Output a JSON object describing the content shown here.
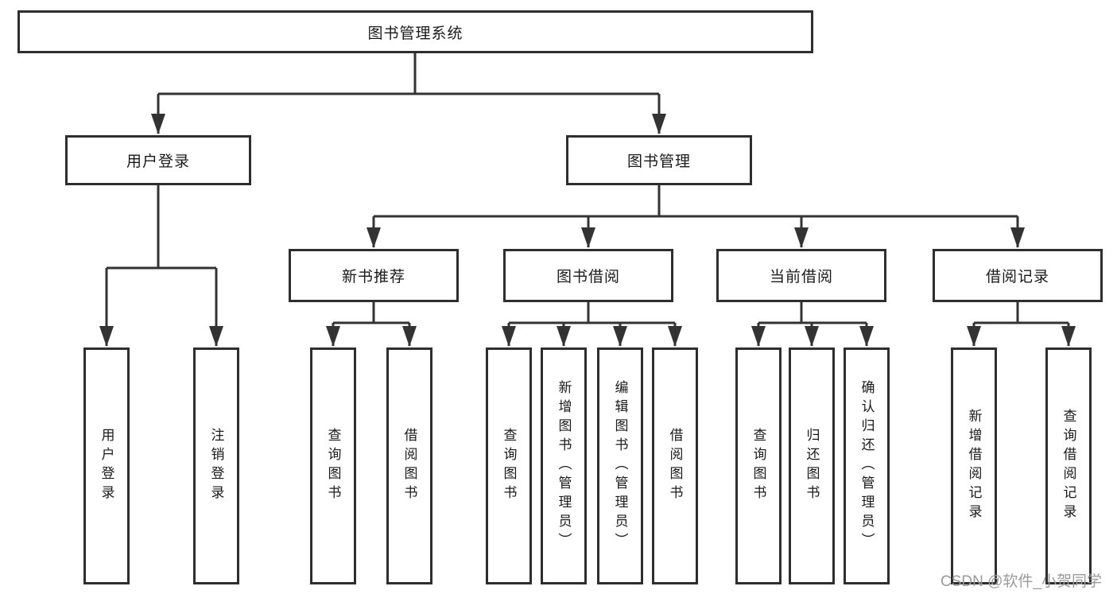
{
  "diagram": {
    "nodes": {
      "root": {
        "label": "图书管理系统"
      },
      "user_login": {
        "label": "用户登录"
      },
      "book_mgmt": {
        "label": "图书管理"
      },
      "new_book_rec": {
        "label": "新书推荐"
      },
      "book_borrow": {
        "label": "图书借阅"
      },
      "current_borrow": {
        "label": "当前借阅"
      },
      "borrow_records": {
        "label": "借阅记录"
      },
      "leaf_user_login": {
        "label": "用户登录"
      },
      "leaf_logout": {
        "label": "注销登录"
      },
      "leaf_nb_query": {
        "label": "查询图书"
      },
      "leaf_nb_borrow": {
        "label": "借阅图书"
      },
      "leaf_bb_query": {
        "label": "查询图书"
      },
      "leaf_bb_add": {
        "label": "新增图书（管理员）"
      },
      "leaf_bb_edit": {
        "label": "编辑图书（管理员）"
      },
      "leaf_bb_borrow": {
        "label": "借阅图书"
      },
      "leaf_cb_query": {
        "label": "查询图书"
      },
      "leaf_cb_return": {
        "label": "归还图书"
      },
      "leaf_cb_confirm": {
        "label": "确认归还（管理员）"
      },
      "leaf_br_add": {
        "label": "新增借阅记录"
      },
      "leaf_br_query": {
        "label": "查询借阅记录"
      }
    },
    "colors": {
      "line": "#333333",
      "box_border": "#2e2e2e",
      "text": "#1a1a1a",
      "watermark": "#9a9a9a"
    }
  },
  "watermark": {
    "text": "CSDN @软件_小贺同学"
  }
}
